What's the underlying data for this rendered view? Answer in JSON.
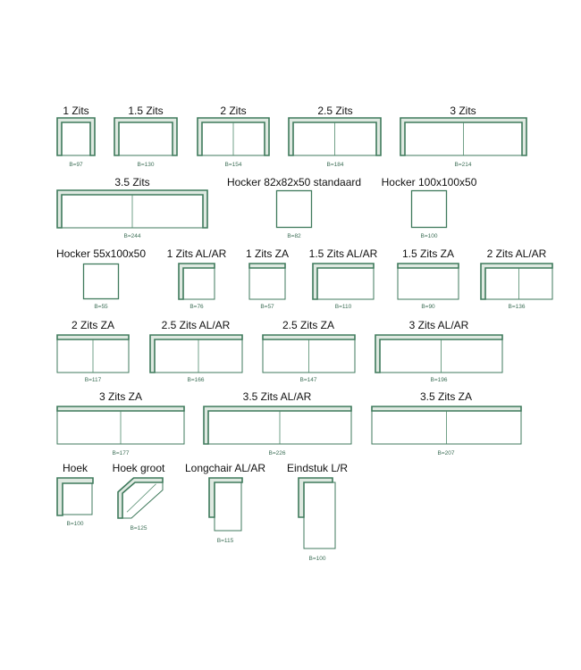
{
  "colors": {
    "outline": "#3f7a5c",
    "frame_fill": "#dfe9e1",
    "seat_line": "#4f8a6b",
    "label": "#111111",
    "dim": "#3c6e56"
  },
  "modules": [
    {
      "id": "1-zits",
      "label": "1 Zits",
      "dim": "B=97"
    },
    {
      "id": "1-5-zits",
      "label": "1.5 Zits",
      "dim": "B=130"
    },
    {
      "id": "2-zits",
      "label": "2 Zits",
      "dim": "B=154"
    },
    {
      "id": "2-5-zits",
      "label": "2.5 Zits",
      "dim": "B=184"
    },
    {
      "id": "3-zits",
      "label": "3 Zits",
      "dim": "B=214"
    },
    {
      "id": "3-5-zits",
      "label": "3.5 Zits",
      "dim": "B=244"
    },
    {
      "id": "hocker-82",
      "label": "Hocker 82x82x50 standaard",
      "dim": "B=82"
    },
    {
      "id": "hocker-100",
      "label": "Hocker 100x100x50",
      "dim": "B=100"
    },
    {
      "id": "hocker-55",
      "label": "Hocker 55x100x50",
      "dim": "B=55"
    },
    {
      "id": "1-zits-alar",
      "label": "1 Zits AL/AR",
      "dim": "B=76"
    },
    {
      "id": "1-zits-za",
      "label": "1 Zits ZA",
      "dim": "B=57"
    },
    {
      "id": "1-5-zits-alar",
      "label": "1.5 Zits AL/AR",
      "dim": "B=110"
    },
    {
      "id": "1-5-zits-za",
      "label": "1.5 Zits ZA",
      "dim": "B=90"
    },
    {
      "id": "2-zits-alar",
      "label": "2 Zits AL/AR",
      "dim": "B=136"
    },
    {
      "id": "2-zits-za",
      "label": "2 Zits ZA",
      "dim": "B=117"
    },
    {
      "id": "2-5-zits-alar",
      "label": "2.5 Zits AL/AR",
      "dim": "B=166"
    },
    {
      "id": "2-5-zits-za",
      "label": "2.5 Zits ZA",
      "dim": "B=147"
    },
    {
      "id": "3-zits-alar",
      "label": "3 Zits AL/AR",
      "dim": "B=196"
    },
    {
      "id": "3-zits-za",
      "label": "3 Zits ZA",
      "dim": "B=177"
    },
    {
      "id": "3-5-zits-alar",
      "label": "3.5 Zits AL/AR",
      "dim": "B=226"
    },
    {
      "id": "3-5-zits-za",
      "label": "3.5 Zits ZA",
      "dim": "B=207"
    },
    {
      "id": "hoek",
      "label": "Hoek",
      "dim": "B=100"
    },
    {
      "id": "hoek-groot",
      "label": "Hoek groot",
      "dim": "B=125"
    },
    {
      "id": "longchair-alar",
      "label": "Longchair AL/AR",
      "dim": "B=115"
    },
    {
      "id": "eindstuk-lr",
      "label": "Eindstuk L/R",
      "dim": "B=100"
    }
  ]
}
